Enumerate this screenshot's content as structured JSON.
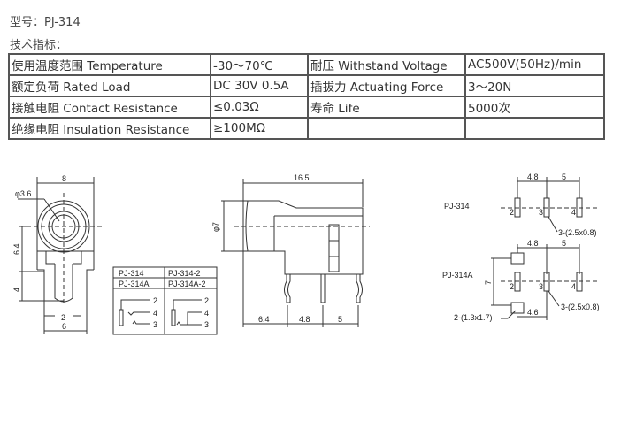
{
  "header": {
    "model": "型号：PJ-314",
    "spec_title": "技术指标："
  },
  "specs": [
    [
      "使用温度范围 Temperature",
      "-30～70℃",
      "耐压 Withstand Voltage",
      "AC500V(50Hz)/min"
    ],
    [
      "额定负荷 Rated Load",
      "DC 30V 0.5A",
      "插拔力 Actuating Force",
      "3～20N"
    ],
    [
      "接触电阻 Contact Resistance",
      "≤0.03Ω",
      "寿命 Life",
      "5000次"
    ],
    [
      "绝缘电阻 Insulation Resistance",
      "≥100MΩ",
      "",
      ""
    ]
  ],
  "drawing": {
    "front": {
      "width": "8",
      "hole": "φ3.6",
      "height": "6.4",
      "pin_len": "4",
      "pin_w": "2",
      "base": "6"
    },
    "side": {
      "length": "16.5",
      "dia": "φ7",
      "p1": "6.4",
      "p2": "4.8",
      "p3": "5"
    },
    "schematic": {
      "h1": "PJ-314",
      "h2": "PJ-314-2",
      "h3": "PJ-314A",
      "h4": "PJ-314A-2",
      "pins": [
        "2",
        "4",
        "3"
      ]
    },
    "footprint": {
      "pj314": {
        "label": "PJ-314",
        "d1": "4.8",
        "d2": "5",
        "pins": [
          "2",
          "3",
          "4"
        ],
        "pad_note": "3-(2.5x0.8)"
      },
      "pj314a": {
        "label": "PJ-314A",
        "d1": "4.8",
        "d2": "5",
        "d3": "7",
        "d4": "4.6",
        "pins": [
          "2",
          "3",
          "4"
        ],
        "pad_note": "3-(2.5x0.8)",
        "sq_note": "2-(1.3x1.7)"
      }
    }
  }
}
